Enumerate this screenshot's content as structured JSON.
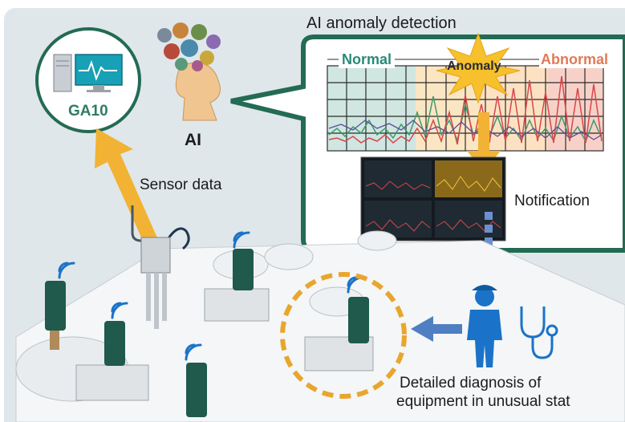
{
  "labels": {
    "title": "AI anomaly detection",
    "normal": "Normal",
    "anomaly": "Anomaly",
    "abnormal": "Abnormal",
    "notification": "Notification",
    "sensor_data": "Sensor data",
    "ga10": "GA10",
    "ai": "AI",
    "diagnosis_line1": "Detailed diagnosis of",
    "diagnosis_line2": "equipment in unusual stat"
  },
  "colors": {
    "frame_green": "#236b52",
    "background": "#dfe7ea",
    "arrow_orange": "#f2b233",
    "arrow_blue": "#4f7fc2",
    "normal_green": "#2a8a77",
    "abnormal_orange": "#e07a56",
    "highlight_dashes": "#e8a62d",
    "sensor_green": "#1f5a4c"
  },
  "icons": [
    "monitor-icon",
    "ai-head-icon",
    "wifi-icon",
    "person-icon",
    "stethoscope-icon",
    "anomaly-burst-icon"
  ]
}
